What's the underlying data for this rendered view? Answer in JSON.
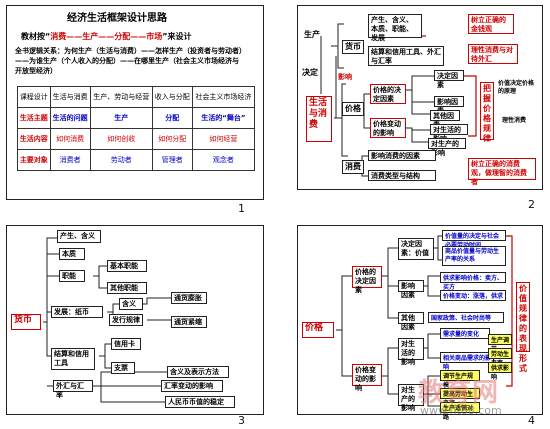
{
  "slide1": {
    "page_no": "1",
    "title": "经济生活框架设计思路",
    "line1_prefix": "教材按“",
    "line1_red": "消费——生产——分配——市场",
    "line1_suffix": "”来设计",
    "line2": "全书逻辑关系：为何生产（生活与消费）——怎样生产（投资者与劳动者）——为谁生产（个人收入的分配）——在哪里生产（社会主义市场经济与开放型经济）",
    "table_header": [
      "课程设计",
      "生活与消费",
      "生产、劳动与经营",
      "收入与分配",
      "社会主义市场经济"
    ],
    "table_rows": [
      [
        "生活主题",
        "生活的问题",
        "生产",
        "分配",
        "生活的“舞台”"
      ],
      [
        "生活内容",
        "如何消费",
        "如何创收",
        "如何分配",
        "如何经营"
      ],
      [
        "主要对象",
        "消费者",
        "劳动者",
        "管理者",
        "观念者"
      ]
    ]
  },
  "slide2": {
    "page_no": "2",
    "left_top": "生产",
    "left_mid": "决定",
    "left_main": "生活与消费",
    "money": "货币",
    "money_top": "产生、含义、本质、职能、发展",
    "money_top_note": "树立正确的金钱观",
    "money_bot": "结算和信用工具、外汇与汇率",
    "money_bot_note": "理性消费与对待外汇",
    "affect": "影响",
    "price": "价格",
    "price_a": "价格的决定因素",
    "price_a1": "决定因素",
    "price_a2": "影响因素",
    "price_a3": "其他因素",
    "price_b": "价格变动的影响",
    "price_b1": "对生活的影响",
    "price_b2": "对生产的影响",
    "side_red": "把握价格规律",
    "side_note1": "价值决定价格的原理",
    "side_note2": "理性消费",
    "cons": "消费",
    "cons_a": "影响消费的因素",
    "cons_b": "消费类型与结构",
    "cons_note": "树立正确的消费观，做理智的消费者"
  },
  "slide3": {
    "page_no": "3",
    "center": "货币",
    "top": "产生、含义",
    "n1": "本质",
    "n2": "职能",
    "n2a": "基本职能",
    "n2b": "其他职能",
    "n3": "发展：纸币",
    "n3a": "含义",
    "n3b": "发行规律",
    "n3c": "通货膨胀",
    "n3d": "通货紧缩",
    "n4": "结算和信用工具",
    "n4a": "信用卡",
    "n4b": "支票",
    "n5": "外汇与汇率",
    "n5a": "含义及表示方法",
    "n5b": "汇率变动的影响",
    "n5c": "人民币币值的稳定"
  },
  "slide4": {
    "page_no": "4",
    "center": "价格",
    "a": "价格的决定因素",
    "a1": "决定因素：价值",
    "a1a": "价值量的决定与社会必要劳动时间",
    "a1b": "商品价值量与劳动生产率的关系",
    "a2": "影响因素",
    "a2a": "供求影响价格：卖方、买方",
    "a2b": "价格变动：涨落，供求",
    "a3": "其他因素",
    "a3a": "国家政策、社会时尚等",
    "b": "价格变动的影响",
    "b1": "对生活的影响",
    "b1a": "需求量的变化",
    "b1b": "相关商品需求的影响",
    "b2": "对生产的影响",
    "b2a": "调节生产规模",
    "b2b": "提高劳动生产率",
    "b2c": "生产适销对路",
    "side_red": "价值规律的表现形式",
    "side_small": [
      "生产调节",
      "劳动生产率",
      "供求影响"
    ]
  },
  "watermark": {
    "brand": "教育网",
    "url": "www.ht88.com"
  },
  "colors": {
    "accent_red": "#d00000",
    "accent_blue": "#0000cc",
    "highlight": "#ffff66"
  }
}
